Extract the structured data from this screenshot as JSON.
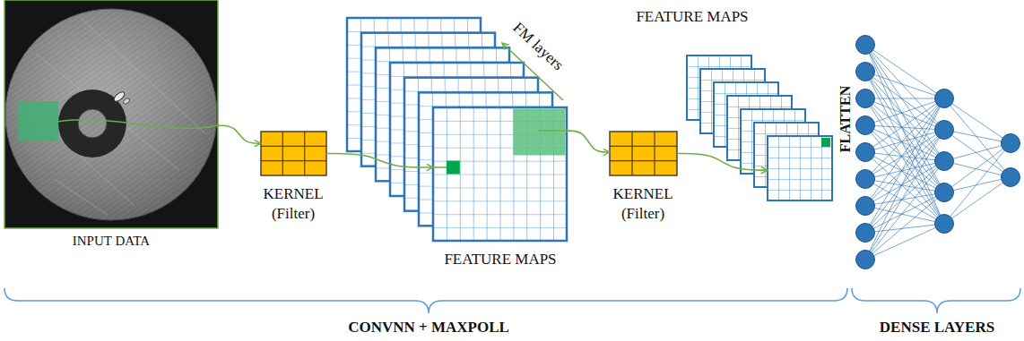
{
  "diagram": {
    "nodes": [
      {
        "text": [
          "INPUT DATA"
        ]
      },
      {
        "text": [
          "KERNEL (Filter)"
        ]
      },
      {
        "text": [
          "FEATURE MAPS"
        ]
      },
      {
        "text": [
          "KERNEL (Filter)"
        ]
      },
      {
        "text": [
          "FEATURE MAPS"
        ]
      }
    ],
    "edges": [
      {
        "from": 0,
        "to": 1,
        "arrow": "to"
      },
      {
        "from": 1,
        "to": 2,
        "arrow": "to"
      },
      {
        "from": 2,
        "to": 3,
        "arrow": "to"
      },
      {
        "from": 3,
        "to": 4,
        "arrow": "to"
      }
    ],
    "labels": [
      "FM layers",
      "FLATTEN",
      "CONVNN + MAXPOLL",
      "DENSE LAYERS"
    ]
  }
}
